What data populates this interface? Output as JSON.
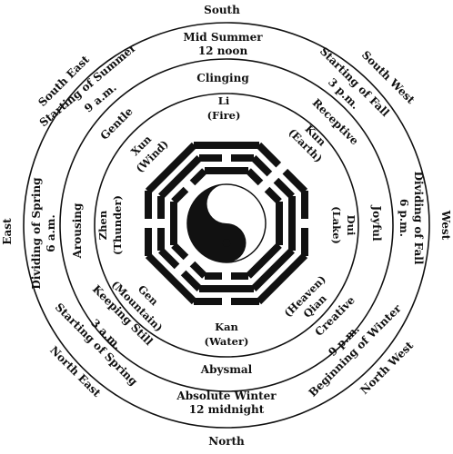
{
  "directions": {
    "south": "South",
    "north": "North",
    "east": "East",
    "west": "West",
    "south_east": "South East",
    "south_west": "South West",
    "north_east": "North East",
    "north_west": "North West"
  },
  "seasons": {
    "mid_summer": "Mid Summer",
    "mid_summer_time": "12 noon",
    "starting_of_summer": "Starting of Summer",
    "starting_of_summer_time": "9 a.m.",
    "starting_of_fall": "Starting of Fall",
    "starting_of_fall_time": "3 p.m.",
    "dividing_of_spring": "Dividing of Spring",
    "dividing_of_spring_time": "6 a.m.",
    "dividing_of_fall": "Dividing of Fall",
    "dividing_of_fall_time": "6 p.m.",
    "starting_of_spring": "Starting of Spring",
    "starting_of_spring_time": "3 a.m.",
    "beginning_of_winter": "Beginning of Winter",
    "beginning_of_winter_time": "9 p.m.",
    "absolute_winter": "Absolute Winter",
    "absolute_winter_time": "12 midnight"
  },
  "qualities": {
    "clinging": "Clinging",
    "receptive": "Receptive",
    "joyful": "Joyful",
    "creative": "Creative",
    "abysmal": "Abysmal",
    "keeping_still": "Keeping Still",
    "arousing": "Arousing",
    "gentle": "Gentle"
  },
  "trigrams": {
    "li": "Li",
    "li_element": "(Fire)",
    "kun": "Kun",
    "kun_element": "(Earth)",
    "dui": "Dui",
    "dui_element": "(Lake)",
    "qian": "Qian",
    "qian_element": "(Heaven)",
    "kan": "Kan",
    "kan_element": "(Water)",
    "gen": "Gen",
    "gen_element": "(Mountain)",
    "zhen": "Zhen",
    "zhen_element": "(Thunder)",
    "xun": "Xun",
    "xun_element": "(Wind)"
  },
  "colors": {
    "ink": "#111111",
    "paper": "#ffffff"
  },
  "trigram_lines": {
    "comment_order": "innermost to outermost line; 1 = solid, 0 = broken",
    "S": [
      1,
      0,
      1
    ],
    "SW": [
      0,
      0,
      0
    ],
    "W": [
      1,
      1,
      0
    ],
    "NW": [
      1,
      1,
      1
    ],
    "N": [
      0,
      1,
      0
    ],
    "NE": [
      0,
      0,
      1
    ],
    "E": [
      1,
      0,
      0
    ],
    "SE": [
      0,
      1,
      1
    ]
  }
}
